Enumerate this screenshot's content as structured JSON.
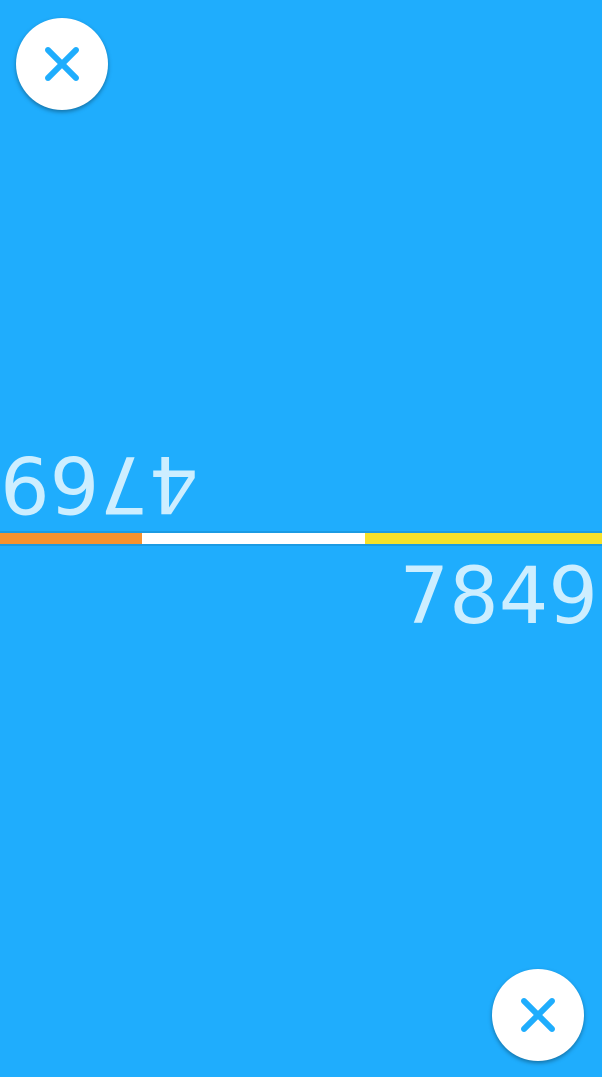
{
  "colors": {
    "background": "#1FADFD",
    "score_text": "#CDEEFF",
    "button_bg": "#FFFFFF",
    "icon": "#1FADFD",
    "player_top": "#F7922E",
    "neutral": "#FFFFFF",
    "player_bottom": "#F6E12A"
  },
  "top_player": {
    "score": "4769",
    "close_icon": "close-icon"
  },
  "bottom_player": {
    "score": "7849",
    "close_icon": "close-icon"
  },
  "progress_bar": {
    "top_player_fraction": 0.236,
    "neutral_fraction": 0.37,
    "bottom_player_fraction": 0.394
  }
}
